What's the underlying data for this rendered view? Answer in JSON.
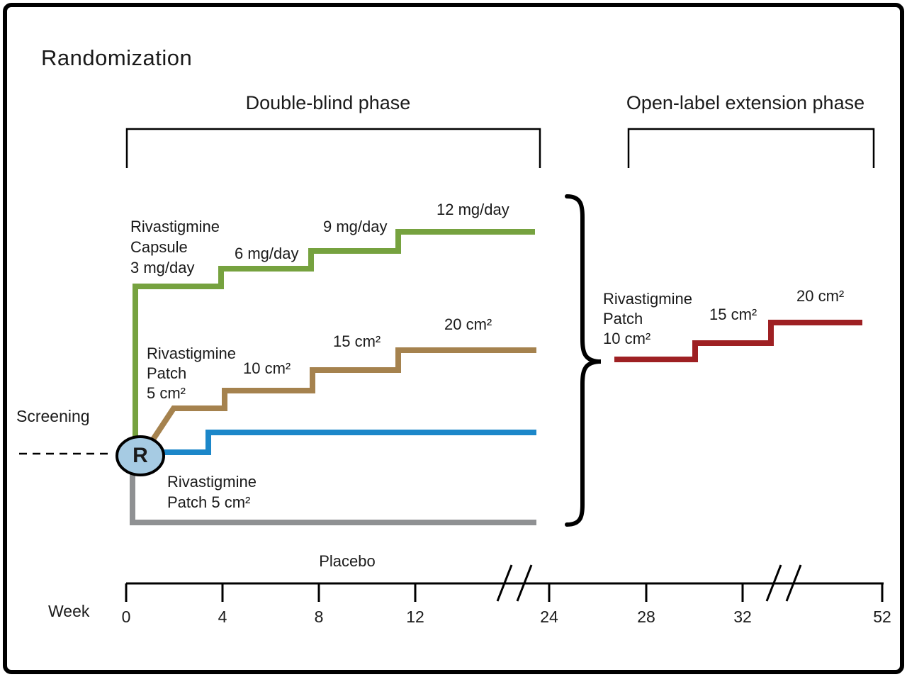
{
  "title": "Randomization",
  "screening_label": "Screening",
  "marker": {
    "label": "R",
    "fill": "#a6cbe3"
  },
  "phases": {
    "double_blind": "Double-blind phase",
    "open_label": "Open-label extension phase"
  },
  "arms": {
    "capsule": {
      "name_lines": [
        "Rivastigmine",
        "Capsule",
        "3 mg/day"
      ],
      "dose_labels": [
        "6 mg/day",
        "9 mg/day",
        "12 mg/day"
      ],
      "color": "#76a23f"
    },
    "patch_titration": {
      "name_lines": [
        "Rivastigmine",
        "Patch",
        "5 cm²"
      ],
      "dose_labels": [
        "10 cm²",
        "15 cm²",
        "20 cm²"
      ],
      "color": "#a5824e"
    },
    "patch_fixed": {
      "name_lines": [
        "Rivastigmine",
        "Patch 5 cm²"
      ],
      "color": "#1c87c9"
    },
    "placebo": {
      "name": "Placebo",
      "color": "#8f9193"
    },
    "open_label_patch": {
      "name_lines": [
        "Rivastigmine",
        "Patch",
        "10 cm²"
      ],
      "dose_labels": [
        "15 cm²",
        "20 cm²"
      ],
      "color": "#9e2023"
    }
  },
  "week_axis": {
    "label": "Week",
    "ticks": [
      "0",
      "4",
      "8",
      "12",
      "24",
      "28",
      "32",
      "52"
    ]
  }
}
